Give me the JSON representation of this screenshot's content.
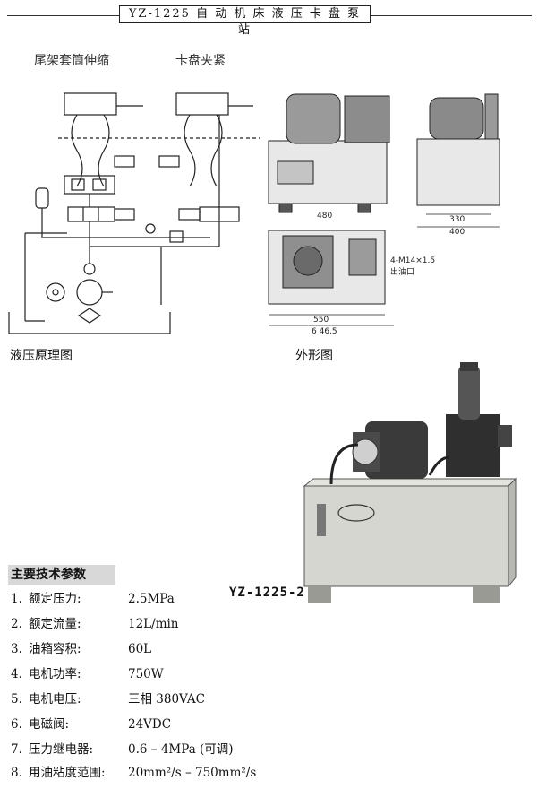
{
  "header": {
    "title": "YZ-1225 自 动 机 床 液 压 卡 盘 泵 站"
  },
  "schematic": {
    "label_left": "尾架套筒伸缩",
    "label_right": "卡盘夹紧",
    "caption": "液压原理图"
  },
  "outline": {
    "caption": "外形图",
    "dims": {
      "d1": "480",
      "d2": "330",
      "d3": "400",
      "d4": "550",
      "d5": "6 46.5"
    },
    "port_note": "4-M14×1.5",
    "port_note2": "出油口"
  },
  "photo": {
    "model": "YZ-1225-2"
  },
  "params": {
    "title": "主要技术参数",
    "rows": [
      {
        "num": "1.",
        "label": "额定压力:",
        "value": "2.5MPa"
      },
      {
        "num": "2.",
        "label": "额定流量:",
        "value": "12L/min"
      },
      {
        "num": "3.",
        "label": "油箱容积:",
        "value": "60L"
      },
      {
        "num": "4.",
        "label": "电机功率:",
        "value": "750W"
      },
      {
        "num": "5.",
        "label": "电机电压:",
        "value": "三相 380VAC"
      },
      {
        "num": "6.",
        "label": "电磁阀:",
        "value": "24VDC"
      },
      {
        "num": "7.",
        "label": "压力继电器:",
        "value": "0.6 – 4MPa (可调)"
      },
      {
        "num": "8.",
        "label": "用油粘度范围:",
        "value": "20mm²/s – 750mm²/s"
      }
    ]
  }
}
